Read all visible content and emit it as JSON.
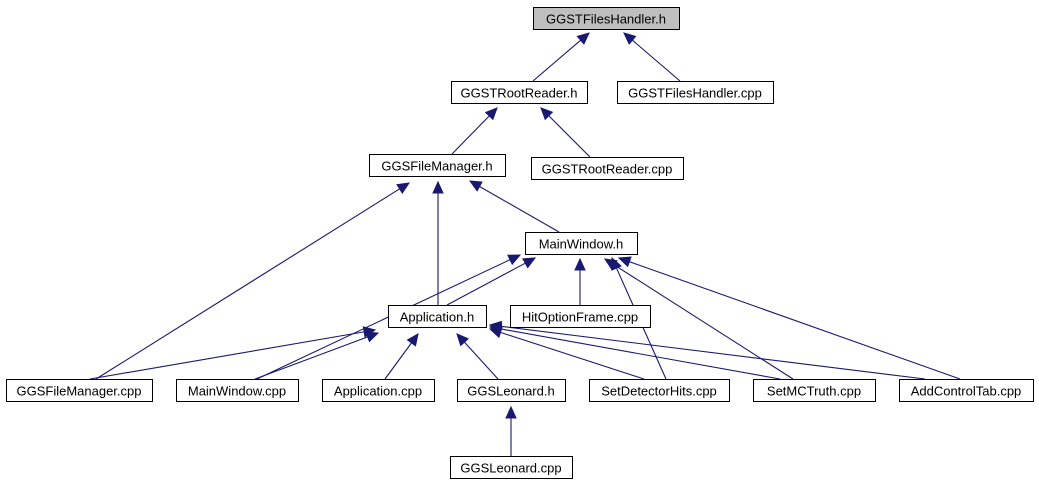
{
  "graph": {
    "type": "include-dependency-graph",
    "nodes": [
      {
        "id": "ggst_files_handler_h",
        "label": "GGSTFilesHandler.h",
        "current": true
      },
      {
        "id": "ggst_root_reader_h",
        "label": "GGSTRootReader.h"
      },
      {
        "id": "ggst_files_handler_cpp",
        "label": "GGSTFilesHandler.cpp"
      },
      {
        "id": "ggs_file_manager_h",
        "label": "GGSFileManager.h"
      },
      {
        "id": "ggst_root_reader_cpp",
        "label": "GGSTRootReader.cpp"
      },
      {
        "id": "main_window_h",
        "label": "MainWindow.h"
      },
      {
        "id": "application_h",
        "label": "Application.h"
      },
      {
        "id": "hit_option_frame_cpp",
        "label": "HitOptionFrame.cpp"
      },
      {
        "id": "ggs_file_manager_cpp",
        "label": "GGSFileManager.cpp"
      },
      {
        "id": "main_window_cpp",
        "label": "MainWindow.cpp"
      },
      {
        "id": "application_cpp",
        "label": "Application.cpp"
      },
      {
        "id": "ggs_leonard_h",
        "label": "GGSLeonard.h"
      },
      {
        "id": "set_detector_hits_cpp",
        "label": "SetDetectorHits.cpp"
      },
      {
        "id": "set_mc_truth_cpp",
        "label": "SetMCTruth.cpp"
      },
      {
        "id": "add_control_tab_cpp",
        "label": "AddControlTab.cpp"
      },
      {
        "id": "ggs_leonard_cpp",
        "label": "GGSLeonard.cpp"
      }
    ],
    "edges": [
      {
        "from": "ggst_root_reader_h",
        "to": "ggst_files_handler_h"
      },
      {
        "from": "ggst_files_handler_cpp",
        "to": "ggst_files_handler_h"
      },
      {
        "from": "ggs_file_manager_h",
        "to": "ggst_root_reader_h"
      },
      {
        "from": "ggst_root_reader_cpp",
        "to": "ggst_root_reader_h"
      },
      {
        "from": "ggs_file_manager_cpp",
        "to": "ggs_file_manager_h"
      },
      {
        "from": "application_h",
        "to": "ggs_file_manager_h"
      },
      {
        "from": "main_window_h",
        "to": "ggs_file_manager_h"
      },
      {
        "from": "main_window_cpp",
        "to": "main_window_h"
      },
      {
        "from": "application_h",
        "to": "main_window_h"
      },
      {
        "from": "hit_option_frame_cpp",
        "to": "main_window_h"
      },
      {
        "from": "set_detector_hits_cpp",
        "to": "main_window_h"
      },
      {
        "from": "set_mc_truth_cpp",
        "to": "main_window_h"
      },
      {
        "from": "add_control_tab_cpp",
        "to": "main_window_h"
      },
      {
        "from": "ggs_file_manager_cpp",
        "to": "application_h"
      },
      {
        "from": "main_window_cpp",
        "to": "application_h"
      },
      {
        "from": "application_cpp",
        "to": "application_h"
      },
      {
        "from": "ggs_leonard_h",
        "to": "application_h"
      },
      {
        "from": "set_detector_hits_cpp",
        "to": "application_h"
      },
      {
        "from": "set_mc_truth_cpp",
        "to": "application_h"
      },
      {
        "from": "add_control_tab_cpp",
        "to": "application_h"
      },
      {
        "from": "ggs_leonard_cpp",
        "to": "ggs_leonard_h"
      }
    ]
  }
}
